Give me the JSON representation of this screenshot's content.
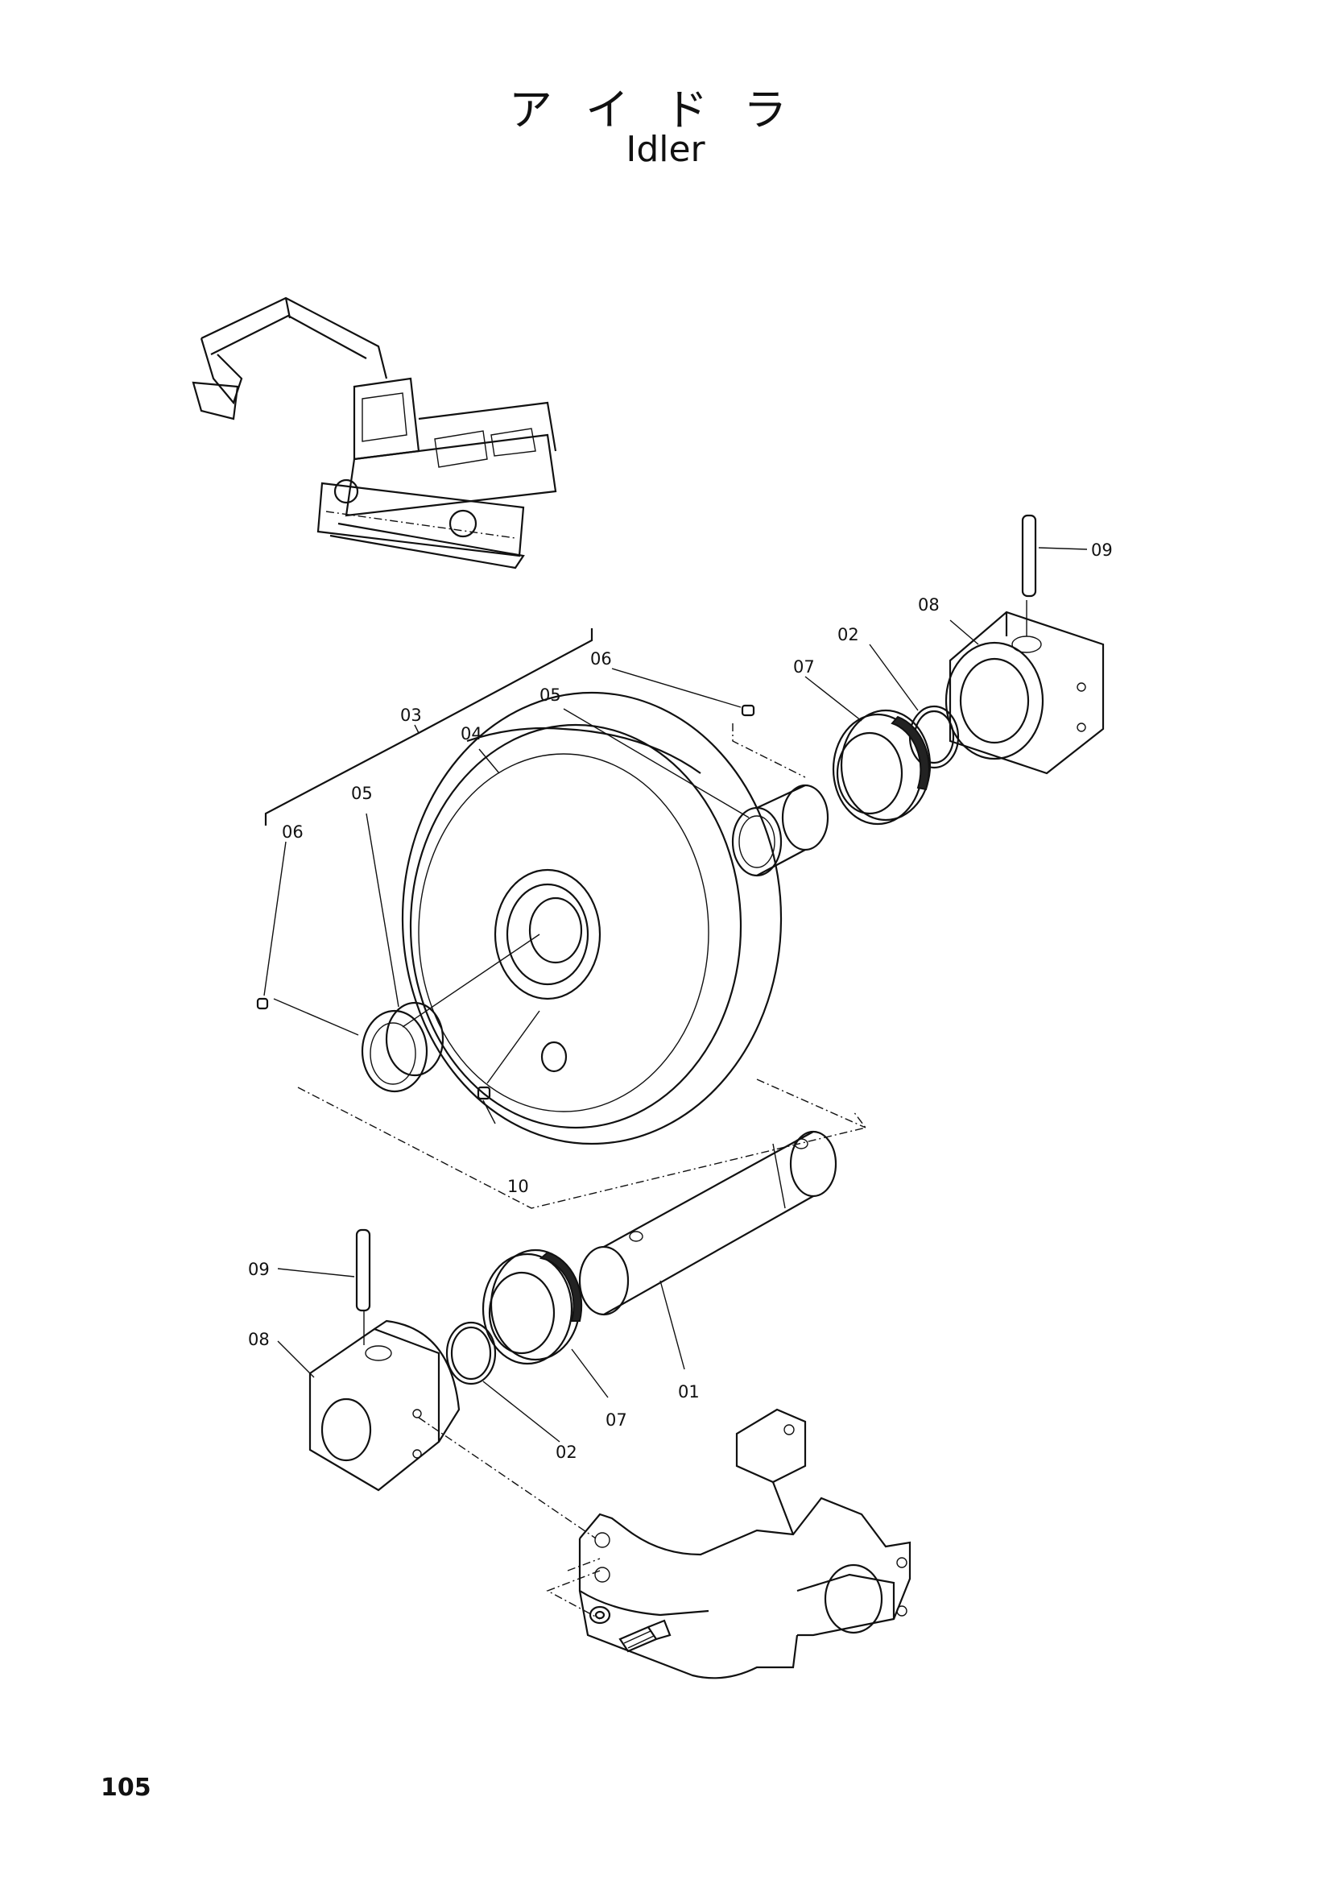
{
  "page": {
    "title_jp": "アイドラ",
    "title_en": "Idler",
    "page_number": "105"
  },
  "callouts": {
    "c01": "01",
    "c02_top": "02",
    "c02_bottom": "02",
    "c03": "03",
    "c04": "04",
    "c05_right": "05",
    "c05_left": "05",
    "c06_right": "06",
    "c06_left": "06",
    "c07_top": "07",
    "c07_bottom": "07",
    "c08_top": "08",
    "c08_bottom": "08",
    "c09_top": "09",
    "c09_bottom": "09",
    "c10": "10"
  }
}
